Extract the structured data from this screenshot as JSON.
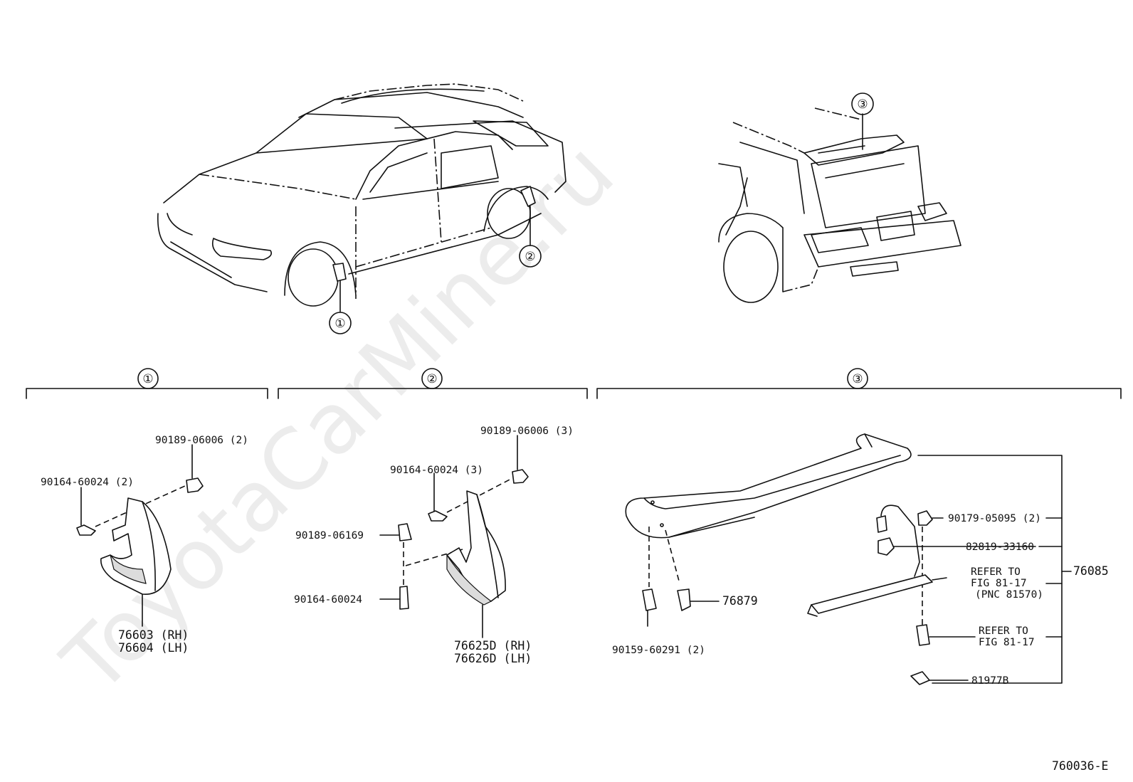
{
  "watermark": "ToyotaCarMine.ru",
  "figure_code": "760036-E",
  "callouts": {
    "c1": "①",
    "c2": "②",
    "c3": "③"
  },
  "section1": {
    "header": "①",
    "bolt_label": "90164-60024 (2)",
    "nut_label": "90189-06006 (2)",
    "part_rh": "76603 (RH)",
    "part_lh": "76604 (LH)"
  },
  "section2": {
    "header": "②",
    "nut_label": "90189-06006 (3)",
    "bolt_label": "90164-60024 (3)",
    "clip_label": "90189-06169",
    "screw_label": "90164-60024",
    "part_rh": "76625D (RH)",
    "part_lh": "76626D (LH)"
  },
  "section3": {
    "header": "③",
    "label_90179": "90179-05095 (2)",
    "label_82819": "82819-33160",
    "refer1_line1": "REFER TO",
    "refer1_line2": "FIG 81-17",
    "refer1_line3": "(PNC 81570)",
    "assembly": "76085",
    "refer2_line1": "REFER TO",
    "refer2_line2": "FIG 81-17",
    "label_81977": "81977B",
    "label_76879": "76879",
    "label_90159": "90159-60291 (2)"
  }
}
